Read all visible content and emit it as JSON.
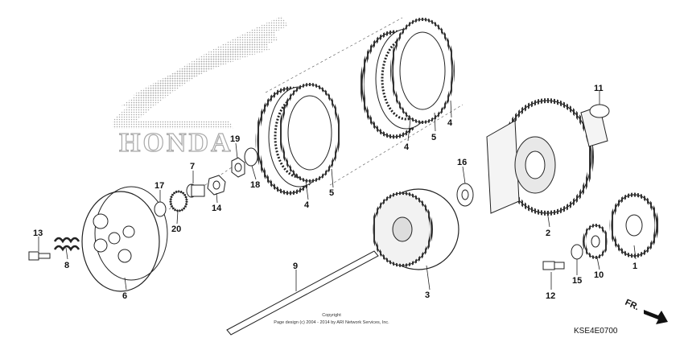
{
  "brand": {
    "wordmark": "HONDA"
  },
  "callouts": [
    {
      "id": "c1",
      "text": "1"
    },
    {
      "id": "c2",
      "text": "2"
    },
    {
      "id": "c3",
      "text": "3"
    },
    {
      "id": "c4a",
      "text": "4"
    },
    {
      "id": "c4b",
      "text": "4"
    },
    {
      "id": "c4c",
      "text": "4"
    },
    {
      "id": "c5a",
      "text": "5"
    },
    {
      "id": "c5b",
      "text": "5"
    },
    {
      "id": "c6",
      "text": "6"
    },
    {
      "id": "c7",
      "text": "7"
    },
    {
      "id": "c8",
      "text": "8"
    },
    {
      "id": "c9",
      "text": "9"
    },
    {
      "id": "c10",
      "text": "10"
    },
    {
      "id": "c11",
      "text": "11"
    },
    {
      "id": "c12",
      "text": "12"
    },
    {
      "id": "c13",
      "text": "13"
    },
    {
      "id": "c14",
      "text": "14"
    },
    {
      "id": "c15",
      "text": "15"
    },
    {
      "id": "c16",
      "text": "16"
    },
    {
      "id": "c17",
      "text": "17"
    },
    {
      "id": "c18",
      "text": "18"
    },
    {
      "id": "c19",
      "text": "19"
    },
    {
      "id": "c20",
      "text": "20"
    }
  ],
  "copyright": {
    "line1": "Copyright",
    "line2": "Page design (c) 2004 - 2014 by ARI Network Services, Inc."
  },
  "diagram_code": "KSE4E0700",
  "direction_label": "FR."
}
